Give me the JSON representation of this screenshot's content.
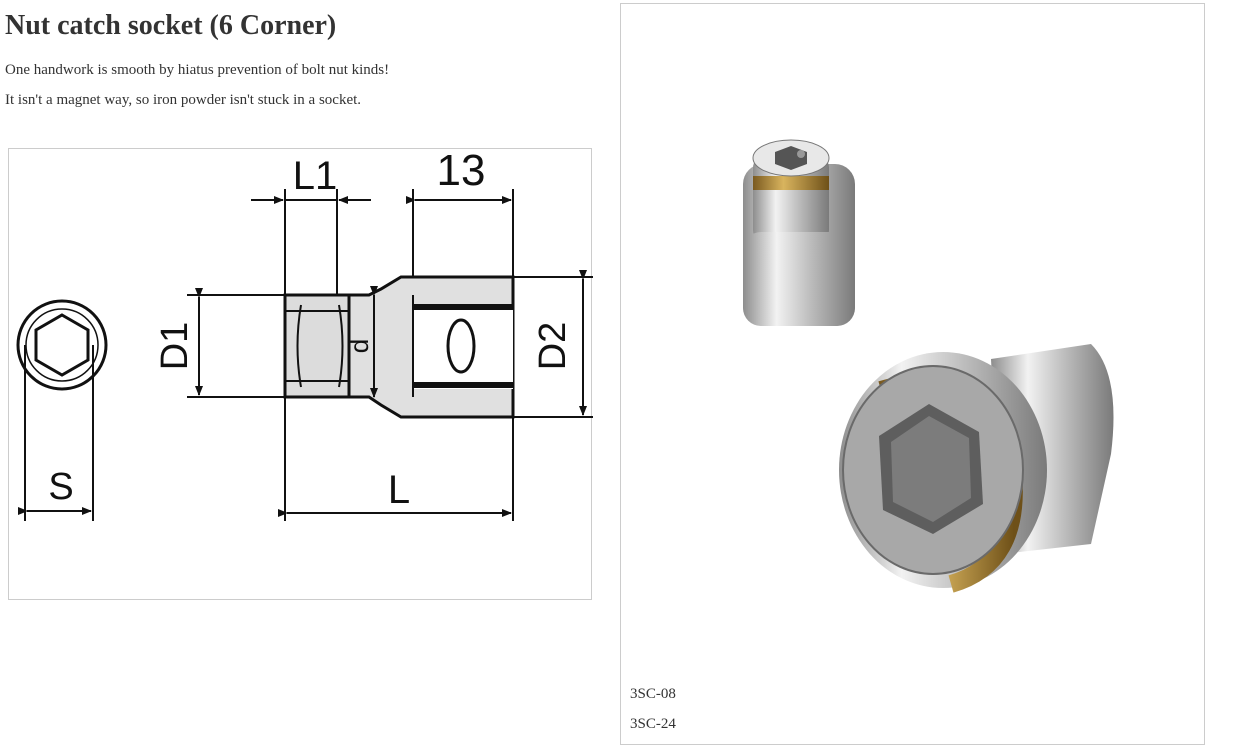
{
  "page": {
    "title": "Nut catch socket (6 Corner)",
    "descriptions": [
      "One handwork is smooth by hiatus prevention of bolt nut kinds!",
      "It isn't a magnet way, so iron powder isn't stuck in a socket."
    ]
  },
  "diagram": {
    "labels": {
      "l1": "L1",
      "thirteen": "13",
      "d1": "D1",
      "d": "d",
      "d2": "D2",
      "s": "S",
      "l": "L"
    }
  },
  "photo": {
    "models": [
      "3SC-08",
      "3SC-24"
    ],
    "colors": {
      "chrome": "#c9c9c9",
      "brass_band": "#b8933a"
    }
  }
}
